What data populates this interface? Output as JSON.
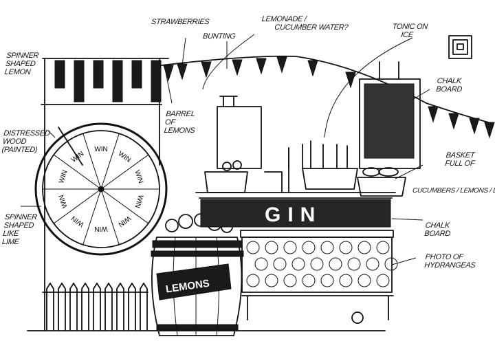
{
  "labels": {
    "spinner_lemon": [
      "SPINNER",
      "SHAPED",
      "LEMON"
    ],
    "strawberries": "STRAWBERRIES",
    "bunting": "BUNTING",
    "lemonade": [
      "LEMONADE /",
      "CUCUMBER WATER?"
    ],
    "tonic": [
      "TONIC ON",
      "ICE"
    ],
    "chalk_board_top": [
      "CHALK",
      "BOARD"
    ],
    "distressed_wood": [
      "DISTRESSED",
      "WOOD",
      "(PAINTED)"
    ],
    "barrel_of_lemons": [
      "BARREL",
      "OF",
      "LEMONS"
    ],
    "basket": [
      "BASKET",
      "FULL OF"
    ],
    "basket_contents": "CUCUMBERS / LEMONS / LIMES",
    "chalk_board_counter": [
      "CHALK",
      "BOARD"
    ],
    "photo_hydrangeas": [
      "PHOTO OF",
      "HYDRANGEAS"
    ],
    "spinner_lime": [
      "SPINNER",
      "SHAPED",
      "LIKE",
      "LIME"
    ]
  },
  "signs": {
    "wheel_segment": "WIN",
    "barrel_sign": "LEMONS",
    "counter_sign": "GIN"
  }
}
